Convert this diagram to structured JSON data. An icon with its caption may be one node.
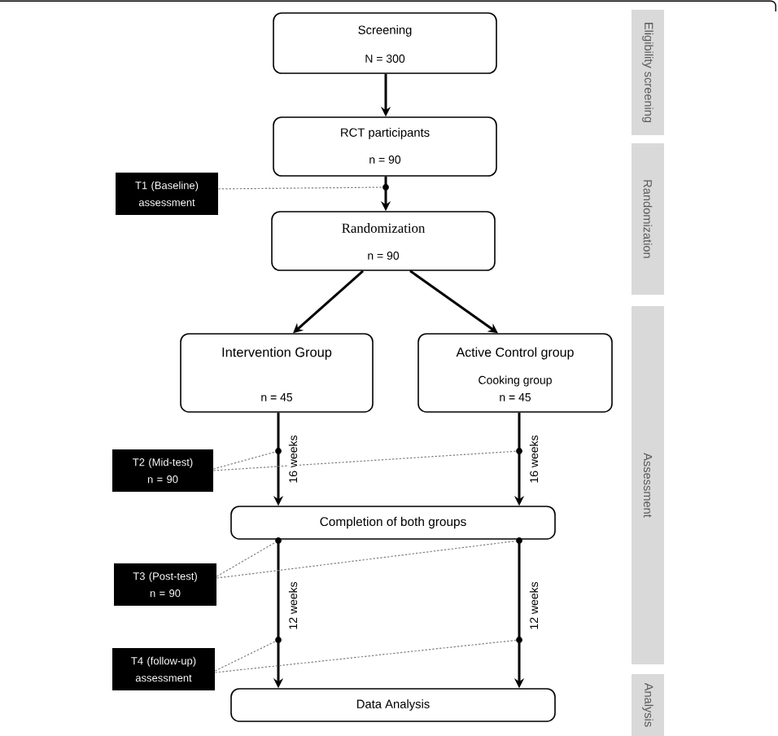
{
  "diagram": {
    "nodes": [
      {
        "text": [
          "Screening",
          "N = 300"
        ]
      },
      {
        "text": [
          "RCT participants",
          "n = 90"
        ]
      },
      {
        "text": [
          "T1 (Baseline) assessment"
        ]
      },
      {
        "text": [
          "Randomization",
          "n = 90"
        ]
      },
      {
        "text": [
          "Intervention Group",
          "n = 45"
        ]
      },
      {
        "text": [
          "Active Control group",
          "Cooking group",
          "n = 45"
        ]
      },
      {
        "text": [
          "T2 (Mid-test)",
          "n = 90"
        ]
      },
      {
        "text": [
          "Completion of both groups"
        ]
      },
      {
        "text": [
          "T3 (Post-test)",
          "n = 90"
        ]
      },
      {
        "text": [
          "T4 (follow-up) assessment"
        ]
      },
      {
        "text": [
          "Data Analysis"
        ]
      },
      {
        "text": [
          "Eligibility screening"
        ]
      },
      {
        "text": [
          "Randomization"
        ]
      },
      {
        "text": [
          "Assessment"
        ]
      },
      {
        "text": [
          "Analysis"
        ]
      },
      {
        "text": [],
        "shape": "circle"
      },
      {
        "text": [],
        "shape": "circle"
      },
      {
        "text": [],
        "shape": "circle"
      },
      {
        "text": [],
        "shape": "circle"
      },
      {
        "text": [],
        "shape": "circle"
      },
      {
        "text": [],
        "shape": "circle"
      },
      {
        "text": [],
        "shape": "circle"
      }
    ],
    "edges": [
      {
        "from": 0,
        "to": 1,
        "arrow": "to"
      },
      {
        "from": 1,
        "to": 3,
        "arrow": "to"
      },
      {
        "from": 3,
        "to": 4,
        "arrow": "to"
      },
      {
        "from": 3,
        "to": 5,
        "arrow": "to"
      },
      {
        "from": 4,
        "to": 7,
        "arrow": "to",
        "label": "16 weeks"
      },
      {
        "from": 5,
        "to": 7,
        "arrow": "to",
        "label": "16 weeks"
      },
      {
        "from": 7,
        "to": 10,
        "arrow": "to",
        "label": "12 weeks"
      },
      {
        "from": 7,
        "to": 10,
        "arrow": "to",
        "label": "12 weeks"
      },
      {
        "from": 2,
        "to": 15,
        "arrow": "none",
        "style": "dashed",
        "color": "#808080"
      },
      {
        "from": 6,
        "to": 16,
        "arrow": "none",
        "style": "dashed",
        "color": "#808080"
      },
      {
        "from": 6,
        "to": 17,
        "arrow": "none",
        "style": "dashed",
        "color": "#808080"
      },
      {
        "from": 8,
        "to": 18,
        "arrow": "none",
        "style": "dashed",
        "color": "#808080"
      },
      {
        "from": 8,
        "to": 19,
        "arrow": "none",
        "style": "dashed",
        "color": "#808080"
      },
      {
        "from": 9,
        "to": 20,
        "arrow": "none",
        "style": "dashed",
        "color": "#808080"
      },
      {
        "from": 9,
        "to": 21,
        "arrow": "none",
        "style": "dashed",
        "color": "#808080"
      }
    ]
  }
}
